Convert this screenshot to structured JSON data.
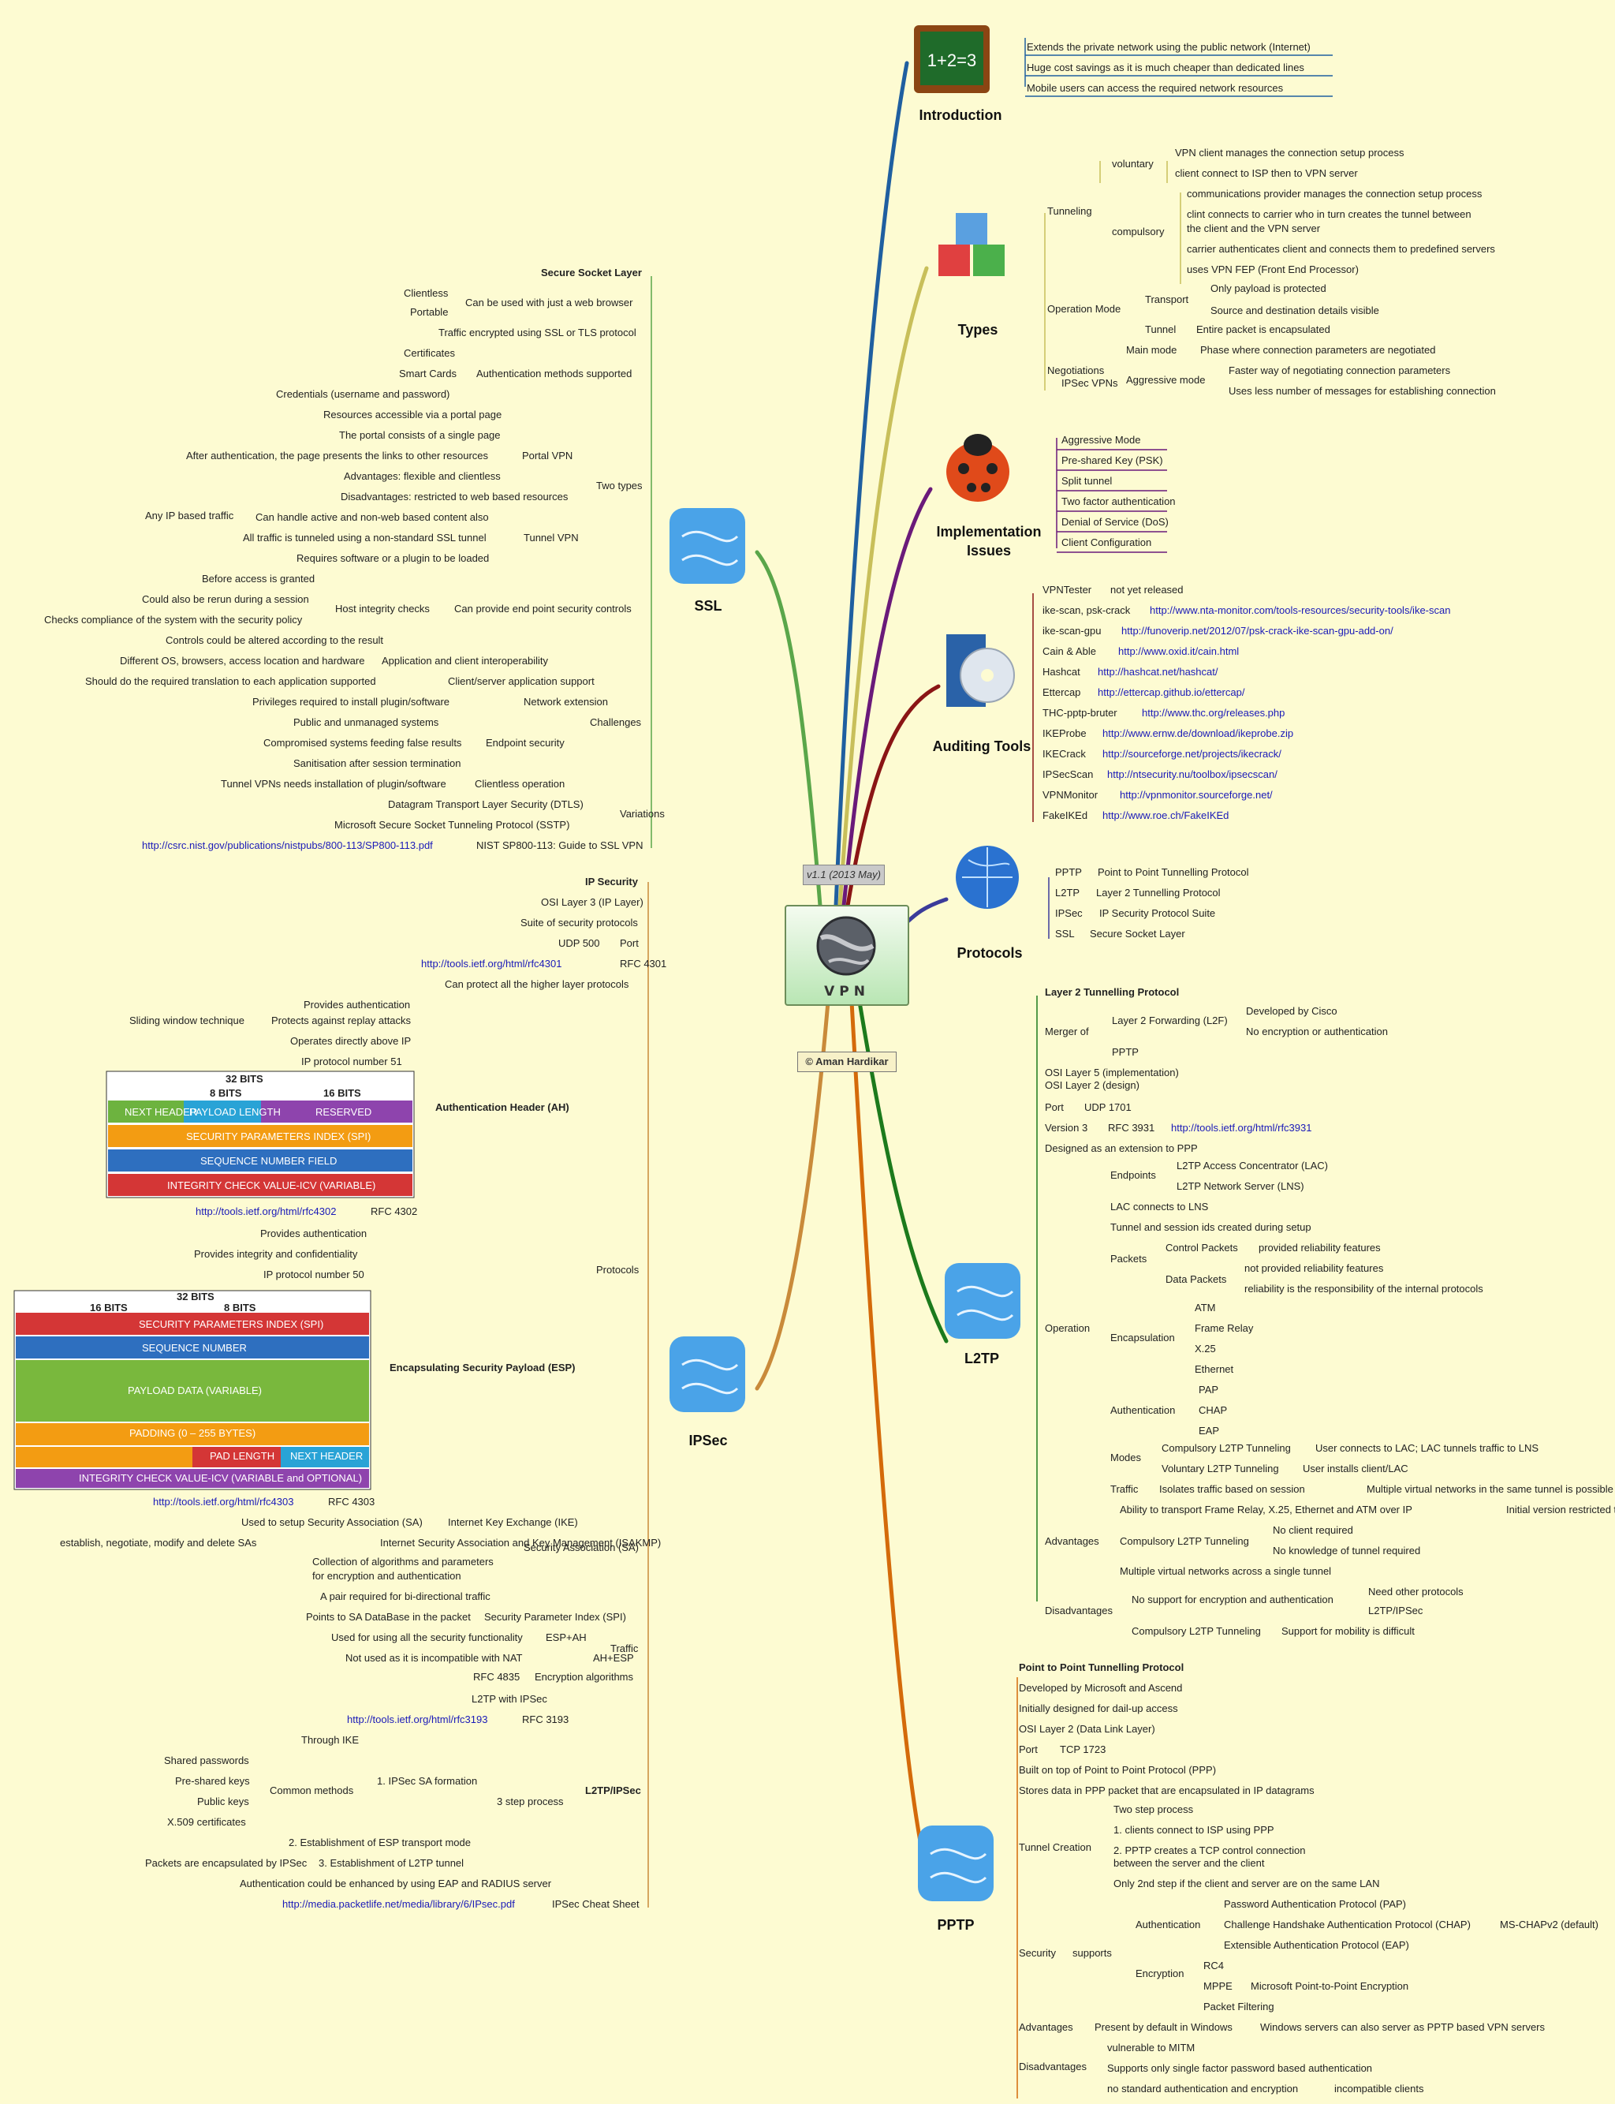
{
  "center": {
    "title": "VPN",
    "version": "v1.1 (2013 May)",
    "copyright": "© Aman Hardikar"
  },
  "branches": {
    "introduction": "Introduction",
    "types": "Types",
    "implementation": "Implementation Issues",
    "auditing": "Auditing Tools",
    "protocols": "Protocols",
    "l2tp": "L2TP",
    "pptp": "PPTP",
    "ssl": "SSL",
    "ipsec": "IPSec"
  },
  "icon_names": [
    "chalkboard-icon",
    "cubes-icon",
    "ladybug-icon",
    "cd-case-icon",
    "globe-icon"
  ],
  "colors": {
    "background": "#fdfbd2",
    "introduction": "#1f5fa0",
    "types": "#c8bf5a",
    "implementation": "#6a1a7a",
    "auditing": "#8a1515",
    "protocols": "#3b3b9a",
    "l2tp": "#1c7a1c",
    "pptp": "#d46a0a",
    "ssl": "#5aa64a",
    "ipsec": "#c98a3a"
  },
  "chalkboard_text": "1+2=3",
  "texts": [
    "Extends the private network using the public network (Internet)",
    "Huge cost savings as it is much cheaper than dedicated lines",
    "Mobile users can access the required network resources",
    "voluntary",
    "VPN client manages the connection setup process",
    "client connect to ISP then to VPN server",
    "Tunneling",
    "compulsory",
    "communications provider manages the connection setup process",
    "clint connects to carrier who in turn creates the tunnel between",
    "the client and the VPN server",
    "carrier authenticates client and connects them to predefined servers",
    "uses VPN FEP (Front End Processor)",
    "Operation Mode",
    "Transport",
    "Only payload is protected",
    "Source and destination details visible",
    "Tunnel",
    "Entire packet is encapsulated",
    "Negotiations",
    "IPSec VPNs",
    "Main mode",
    "Phase where connection parameters are negotiated",
    "Aggressive mode",
    "Faster way of negotiating connection parameters",
    "Uses less number of messages for establishing connection",
    "Aggressive Mode",
    "Pre-shared Key (PSK)",
    "Split tunnel",
    "Two factor authentication",
    "Denial of Service (DoS)",
    "Client Configuration",
    "VPNTester",
    "not yet released",
    "ike-scan, psk-crack",
    "http://www.nta-monitor.com/tools-resources/security-tools/ike-scan",
    "ike-scan-gpu",
    "http://funoverip.net/2012/07/psk-crack-ike-scan-gpu-add-on/",
    "Cain & Able",
    "http://www.oxid.it/cain.html",
    "Hashcat",
    "http://hashcat.net/hashcat/",
    "Ettercap",
    "http://ettercap.github.io/ettercap/",
    "THC-pptp-bruter",
    "http://www.thc.org/releases.php",
    "IKEProbe",
    "http://www.ernw.de/download/ikeprobe.zip",
    "IKECrack",
    "http://sourceforge.net/projects/ikecrack/",
    "IPSecScan",
    "http://ntsecurity.nu/toolbox/ipsecscan/",
    "VPNMonitor",
    "http://vpnmonitor.sourceforge.net/",
    "FakeIKEd",
    "http://www.roe.ch/FakeIKEd",
    "PPTP",
    "Point to Point Tunnelling Protocol",
    "L2TP",
    "Layer 2 Tunnelling Protocol",
    "IPSec",
    "IP Security Protocol Suite",
    "SSL",
    "Secure Socket Layer",
    "Layer 2 Tunnelling Protocol",
    "Merger of",
    "Layer 2 Forwarding (L2F)",
    "Developed by Cisco",
    "No encryption or authentication",
    "PPTP",
    "OSI Layer 5 (implementation)",
    "OSI Layer 2 (design)",
    "Port",
    "UDP 1701",
    "Version 3",
    "RFC 3931",
    "http://tools.ietf.org/html/rfc3931",
    "Designed as an extension to PPP",
    "Endpoints",
    "L2TP Access Concentrator (LAC)",
    "L2TP Network Server (LNS)",
    "LAC connects to LNS",
    "Tunnel and session ids created during setup",
    "Packets",
    "Control Packets",
    "provided reliability features",
    "Data Packets",
    "not provided reliability features",
    "reliability is the responsibility of the internal protocols",
    "Operation",
    "Encapsulation",
    "ATM",
    "Frame Relay",
    "X.25",
    "Ethernet",
    "Authentication",
    "PAP",
    "CHAP",
    "EAP",
    "Modes",
    "Compulsory L2TP Tunneling",
    "User connects to LAC; LAC tunnels traffic to LNS",
    "Voluntary L2TP Tunneling",
    "User installs client/LAC",
    "Traffic",
    "Isolates traffic based on session",
    "Multiple virtual networks in the same tunnel is possible",
    "Advantages",
    "Ability to transport Frame Relay, X.25, Ethernet and ATM over IP",
    "Initial version restricted to PPP",
    "Compulsory L2TP Tunneling",
    "No client required",
    "No knowledge of tunnel required",
    "Multiple virtual networks across a single tunnel",
    "Disadvantages",
    "No support for encryption and authentication",
    "Need other protocols",
    "L2TP/IPSec",
    "Compulsory L2TP Tunneling",
    "Support for mobility is difficult",
    "Point to Point Tunnelling Protocol",
    "Developed by Microsoft and Ascend",
    "Initially designed for dail-up access",
    "OSI Layer 2 (Data Link Layer)",
    "Port",
    "TCP 1723",
    "Built on top of Point to Point Protocol (PPP)",
    "Stores data in PPP packet that are encapsulated in IP datagrams",
    "Tunnel Creation",
    "Two step process",
    "1. clients connect to ISP using PPP",
    "2. PPTP creates a TCP control connection",
    "between the server and the client",
    "Only 2nd step if the client and server are on the same LAN",
    "Security",
    "supports",
    "Authentication",
    "Password Authentication Protocol (PAP)",
    "Challenge Handshake Authentication Protocol (CHAP)",
    "MS-CHAPv2 (default)",
    "Extensible Authentication Protocol (EAP)",
    "Encryption",
    "RC4",
    "MPPE",
    "Microsoft Point-to-Point Encryption",
    "Packet Filtering",
    "Advantages",
    "Present by default in Windows",
    "Windows servers can also server as PPTP based VPN servers",
    "Disadvantages",
    "vulnerable to MITM",
    "Supports only single factor password based authentication",
    "no standard authentication and encryption",
    "incompatible clients",
    "Secure Socket Layer",
    "Clientless",
    "Portable",
    "Can be used with just a web browser",
    "Traffic encrypted using SSL or TLS protocol",
    "Certificates",
    "Smart Cards",
    "Authentication methods supported",
    "Credentials (username and password)",
    "Resources accessible via a portal page",
    "The portal consists of a single page",
    "After authentication, the page presents the links to other resources",
    "Portal VPN",
    "Advantages: flexible and clientless",
    "Disadvantages: restricted to web based resources",
    "Two types",
    "Any IP based traffic",
    "Can handle active and non-web based content also",
    "All traffic is tunneled using a non-standard SSL tunnel",
    "Tunnel VPN",
    "Requires software or a plugin to be loaded",
    "Before access is granted",
    "Could also be rerun during a session",
    "Checks compliance of the system with the security policy",
    "Host integrity checks",
    "Can provide end point security controls",
    "Controls could be altered according to the result",
    "Different OS, browsers, access location and hardware",
    "Application and client interoperability",
    "Should do the required translation to each application supported",
    "Client/server application support",
    "Privileges required to install plugin/software",
    "Network extension",
    "Public and unmanaged systems",
    "Compromised systems feeding false results",
    "Endpoint security",
    "Challenges",
    "Sanitisation after session termination",
    "Tunnel VPNs needs installation of plugin/software",
    "Clientless operation",
    "Datagram Transport Layer Security (DTLS)",
    "Variations",
    "Microsoft Secure Socket Tunneling Protocol (SSTP)",
    "http://csrc.nist.gov/publications/nistpubs/800-113/SP800-113.pdf",
    "NIST SP800-113: Guide to SSL VPN",
    "IP Security",
    "OSI Layer 3 (IP Layer)",
    "Suite of security protocols",
    "UDP 500",
    "Port",
    "http://tools.ietf.org/html/rfc4301",
    "RFC 4301",
    "Can protect all the higher layer protocols",
    "Provides authentication",
    "Sliding window technique",
    "Protects against replay attacks",
    "Operates directly above IP",
    "IP protocol number 51",
    "Authentication Header (AH)",
    "32 BITS",
    "8 BITS",
    "16 BITS",
    "NEXT HEADER",
    "PAYLOAD LENGTH",
    "RESERVED",
    "SECURITY PARAMETERS INDEX (SPI)",
    "SEQUENCE NUMBER FIELD",
    "INTEGRITY CHECK VALUE-ICV (VARIABLE)",
    "http://tools.ietf.org/html/rfc4302",
    "RFC 4302",
    "Provides authentication",
    "Provides integrity and confidentiality",
    "IP protocol number 50",
    "Protocols",
    "32 BITS",
    "16 BITS",
    "8 BITS",
    "SECURITY PARAMETERS INDEX (SPI)",
    "SEQUENCE NUMBER",
    "PAYLOAD DATA (VARIABLE)",
    "Encapsulating Security Payload (ESP)",
    "PADDING (0 – 255 BYTES)",
    "PAD LENGTH",
    "NEXT HEADER",
    "INTEGRITY CHECK VALUE-ICV (VARIABLE and OPTIONAL)",
    "http://tools.ietf.org/html/rfc4303",
    "RFC 4303",
    "Used to setup Security Association (SA)",
    "Internet Key Exchange (IKE)",
    "establish, negotiate, modify and delete SAs",
    "Internet Security Association and Key Management (ISAKMP)",
    "Collection of algorithms and parameters",
    "for encryption and authentication",
    "Security Association (SA)",
    "A pair required for bi-directional traffic",
    "Points to SA DataBase in the packet",
    "Security Parameter Index (SPI)",
    "Used for using all the security functionality",
    "ESP+AH",
    "Traffic",
    "Not used as it is incompatible with NAT",
    "AH+ESP",
    "RFC 4835",
    "Encryption algorithms",
    "L2TP with IPSec",
    "http://tools.ietf.org/html/rfc3193",
    "RFC 3193",
    "Through IKE",
    "Shared passwords",
    "Pre-shared keys",
    "Common methods",
    "1. IPSec SA formation",
    "Public keys",
    "X.509 certificates",
    "3 step process",
    "L2TP/IPSec",
    "2. Establishment of ESP transport mode",
    "Packets are encapsulated by IPSec",
    "3. Establishment of L2TP tunnel",
    "Authentication could be enhanced by using EAP and RADIUS server",
    "http://media.packetlife.net/media/library/6/IPsec.pdf",
    "IPSec Cheat Sheet"
  ]
}
